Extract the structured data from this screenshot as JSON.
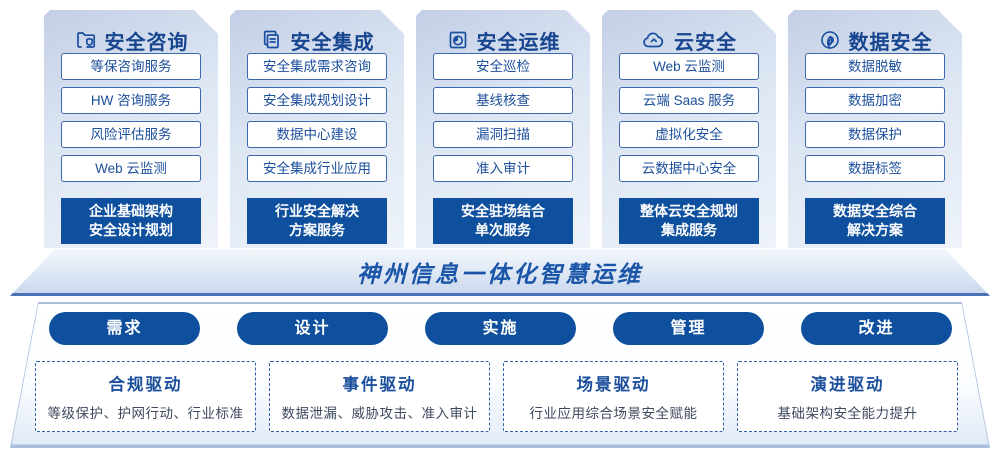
{
  "colors": {
    "primary": "#0e4f9e",
    "title": "#17458f",
    "itemBorder": "#3a67ad",
    "itemText": "#1c4f9c",
    "descText": "#3f4a5f"
  },
  "columns": [
    {
      "title": "安全咨询",
      "icon": "folder-shield-icon",
      "items": [
        "等保咨询服务",
        "HW 咨询服务",
        "风险评估服务",
        "Web 云监测"
      ],
      "footer": "企业基础架构\n安全设计规划"
    },
    {
      "title": "安全集成",
      "icon": "document-copy-icon",
      "items": [
        "安全集成需求咨询",
        "安全集成规划设计",
        "数据中心建设",
        "安全集成行业应用"
      ],
      "footer": "行业安全解决\n方案服务"
    },
    {
      "title": "安全运维",
      "icon": "folder-clock-icon",
      "items": [
        "安全巡检",
        "基线核查",
        "漏洞扫描",
        "准入审计"
      ],
      "footer": "安全驻场结合\n单次服务"
    },
    {
      "title": "云安全",
      "icon": "cloud-icon",
      "items": [
        "Web 云监测",
        "云端 Saas 服务",
        "虚拟化安全",
        "云数据中心安全"
      ],
      "footer": "整体云安全规划\n集成服务"
    },
    {
      "title": "数据安全",
      "icon": "fingerprint-icon",
      "items": [
        "数据脱敏",
        "数据加密",
        "数据保护",
        "数据标签"
      ],
      "footer": "数据安全综合\n解决方案"
    }
  ],
  "banner": {
    "title": "神州信息一体化智慧运维"
  },
  "phases": [
    "需求",
    "设计",
    "实施",
    "管理",
    "改进"
  ],
  "drivers": [
    {
      "title": "合规驱动",
      "desc": "等级保护、护网行动、行业标准"
    },
    {
      "title": "事件驱动",
      "desc": "数据泄漏、威胁攻击、准入审计"
    },
    {
      "title": "场景驱动",
      "desc": "行业应用综合场景安全赋能"
    },
    {
      "title": "演进驱动",
      "desc": "基础架构安全能力提升"
    }
  ]
}
